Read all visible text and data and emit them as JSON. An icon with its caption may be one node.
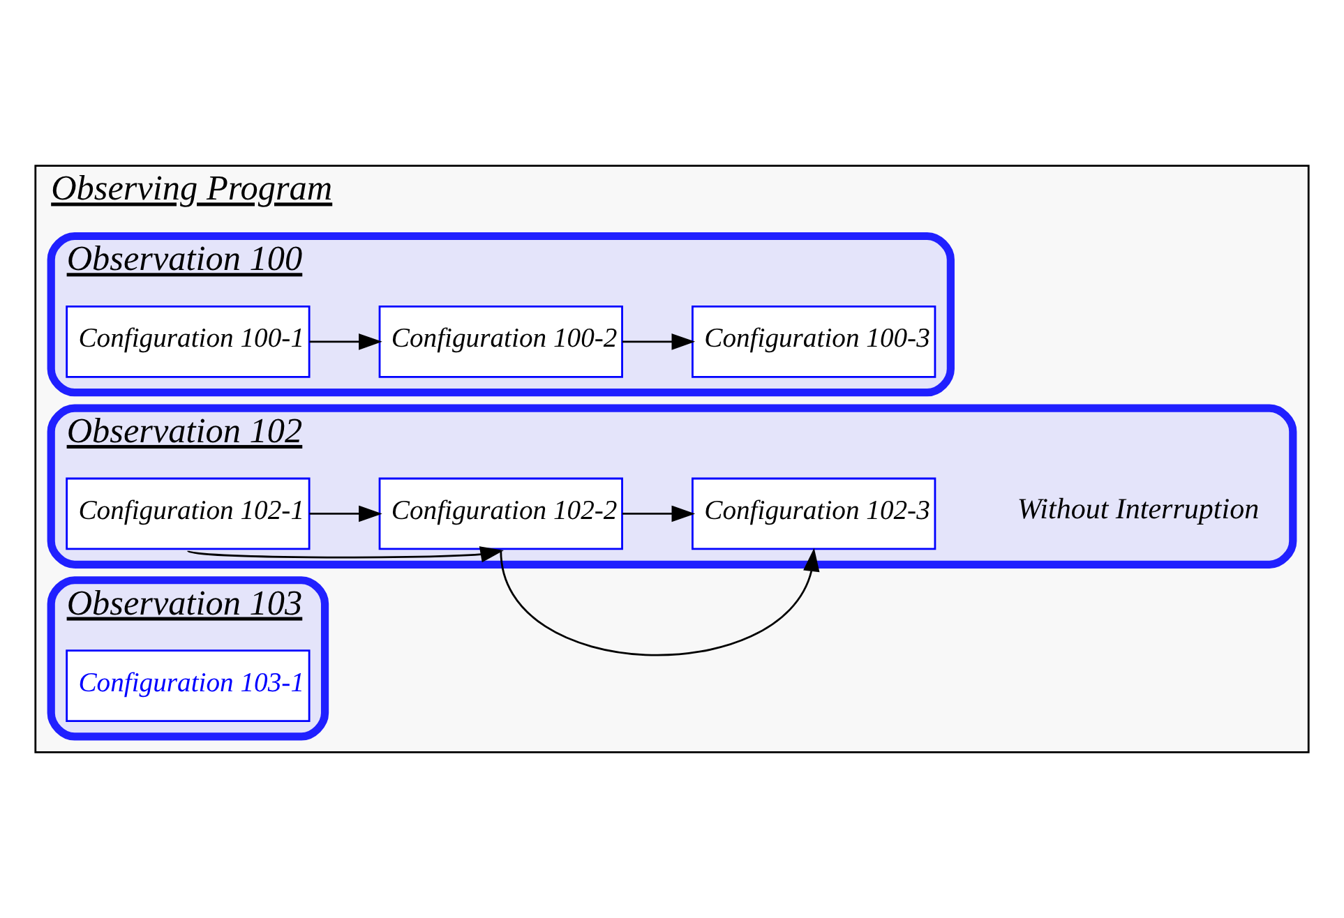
{
  "diagram": {
    "nodes": [
      {
        "text": [
          "Observing Program"
        ]
      },
      {
        "text": [
          "Observation 100"
        ],
        "in": 0
      },
      {
        "text": [
          "Configuration 100-1"
        ],
        "in": 1
      },
      {
        "text": [
          "Configuration 100-2"
        ],
        "in": 1
      },
      {
        "text": [
          "Configuration 100-3"
        ],
        "in": 1
      },
      {
        "text": [
          "Observation 102"
        ],
        "in": 0
      },
      {
        "text": [
          "Configuration 102-1"
        ],
        "in": 5
      },
      {
        "text": [
          "Configuration 102-2"
        ],
        "in": 5
      },
      {
        "text": [
          "Configuration 102-3"
        ],
        "in": 5
      },
      {
        "text": [
          "Observation 103"
        ],
        "in": 0
      },
      {
        "text": [
          "Configuration 103-1"
        ],
        "in": 9
      }
    ],
    "edges": [
      {
        "from": 2,
        "to": 3,
        "arrow": "to"
      },
      {
        "from": 3,
        "to": 4,
        "arrow": "to"
      },
      {
        "from": 6,
        "to": 7,
        "arrow": "to"
      },
      {
        "from": 7,
        "to": 8,
        "arrow": "to"
      },
      {
        "from": 6,
        "to": 7,
        "arrow": "to"
      },
      {
        "from": 7,
        "to": 8,
        "arrow": "to"
      }
    ],
    "labels": [
      "Without Interruption"
    ]
  }
}
